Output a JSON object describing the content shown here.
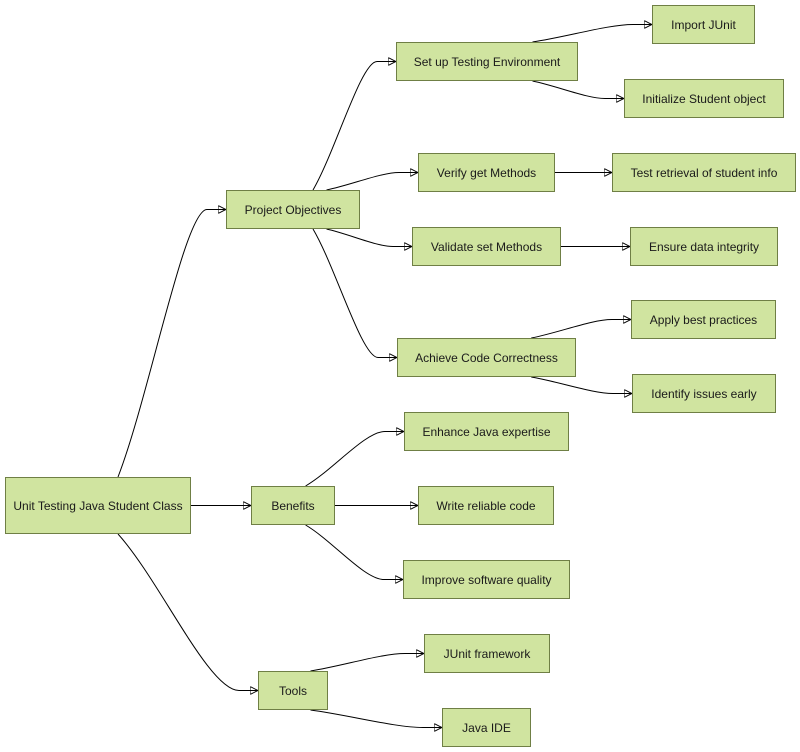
{
  "diagram": {
    "nodes": {
      "root": "Unit Testing Java Student Class",
      "objectives": "Project Objectives",
      "setup": "Set up Testing Environment",
      "import_junit": "Import JUnit",
      "init_student": "Initialize Student object",
      "verify_get": "Verify get Methods",
      "test_retrieval": "Test retrieval of student info",
      "validate_set": "Validate set Methods",
      "data_integrity": "Ensure data integrity",
      "correctness": "Achieve Code Correctness",
      "best_practices": "Apply best practices",
      "issues_early": "Identify issues early",
      "benefits": "Benefits",
      "java_expertise": "Enhance Java expertise",
      "reliable_code": "Write reliable code",
      "software_quality": "Improve software quality",
      "tools": "Tools",
      "junit_framework": "JUnit framework",
      "java_ide": "Java IDE"
    },
    "edges": [
      [
        "root",
        "objectives"
      ],
      [
        "root",
        "benefits"
      ],
      [
        "root",
        "tools"
      ],
      [
        "objectives",
        "setup"
      ],
      [
        "objectives",
        "verify_get"
      ],
      [
        "objectives",
        "validate_set"
      ],
      [
        "objectives",
        "correctness"
      ],
      [
        "setup",
        "import_junit"
      ],
      [
        "setup",
        "init_student"
      ],
      [
        "verify_get",
        "test_retrieval"
      ],
      [
        "validate_set",
        "data_integrity"
      ],
      [
        "correctness",
        "best_practices"
      ],
      [
        "correctness",
        "issues_early"
      ],
      [
        "benefits",
        "java_expertise"
      ],
      [
        "benefits",
        "reliable_code"
      ],
      [
        "benefits",
        "software_quality"
      ],
      [
        "tools",
        "junit_framework"
      ],
      [
        "tools",
        "java_ide"
      ]
    ],
    "node_fill": "#d0e4a0",
    "node_border": "#6f7f45",
    "edge_color": "#000000"
  }
}
